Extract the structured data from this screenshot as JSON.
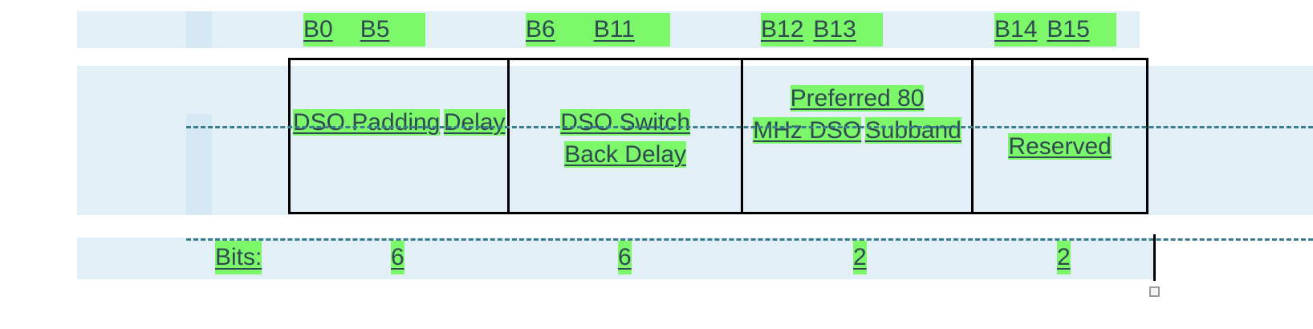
{
  "document": {
    "type": "bit-field-diagram",
    "accent_highlight": "#7df76a",
    "text_color": "#2f4a51",
    "selection_band_color": "#e3eff7",
    "guide_line_color": "#3b7d8c",
    "border_color": "#000000"
  },
  "bit_labels": [
    {
      "start": "B0",
      "end": "B5"
    },
    {
      "start": "B6",
      "end": "B11"
    },
    {
      "start": "B12",
      "end": "B13"
    },
    {
      "start": "B14",
      "end": "B15"
    }
  ],
  "fields": [
    {
      "lines": [
        "DSO Padding",
        "Delay"
      ]
    },
    {
      "lines": [
        "DSO Switch",
        "Back Delay"
      ]
    },
    {
      "lines": [
        "Preferred 80",
        "MHz DSO",
        "Subband"
      ]
    },
    {
      "lines": [
        "Reserved"
      ]
    }
  ],
  "bits_row": {
    "label": "Bits:",
    "values": [
      "6",
      "6",
      "2",
      "2"
    ]
  }
}
